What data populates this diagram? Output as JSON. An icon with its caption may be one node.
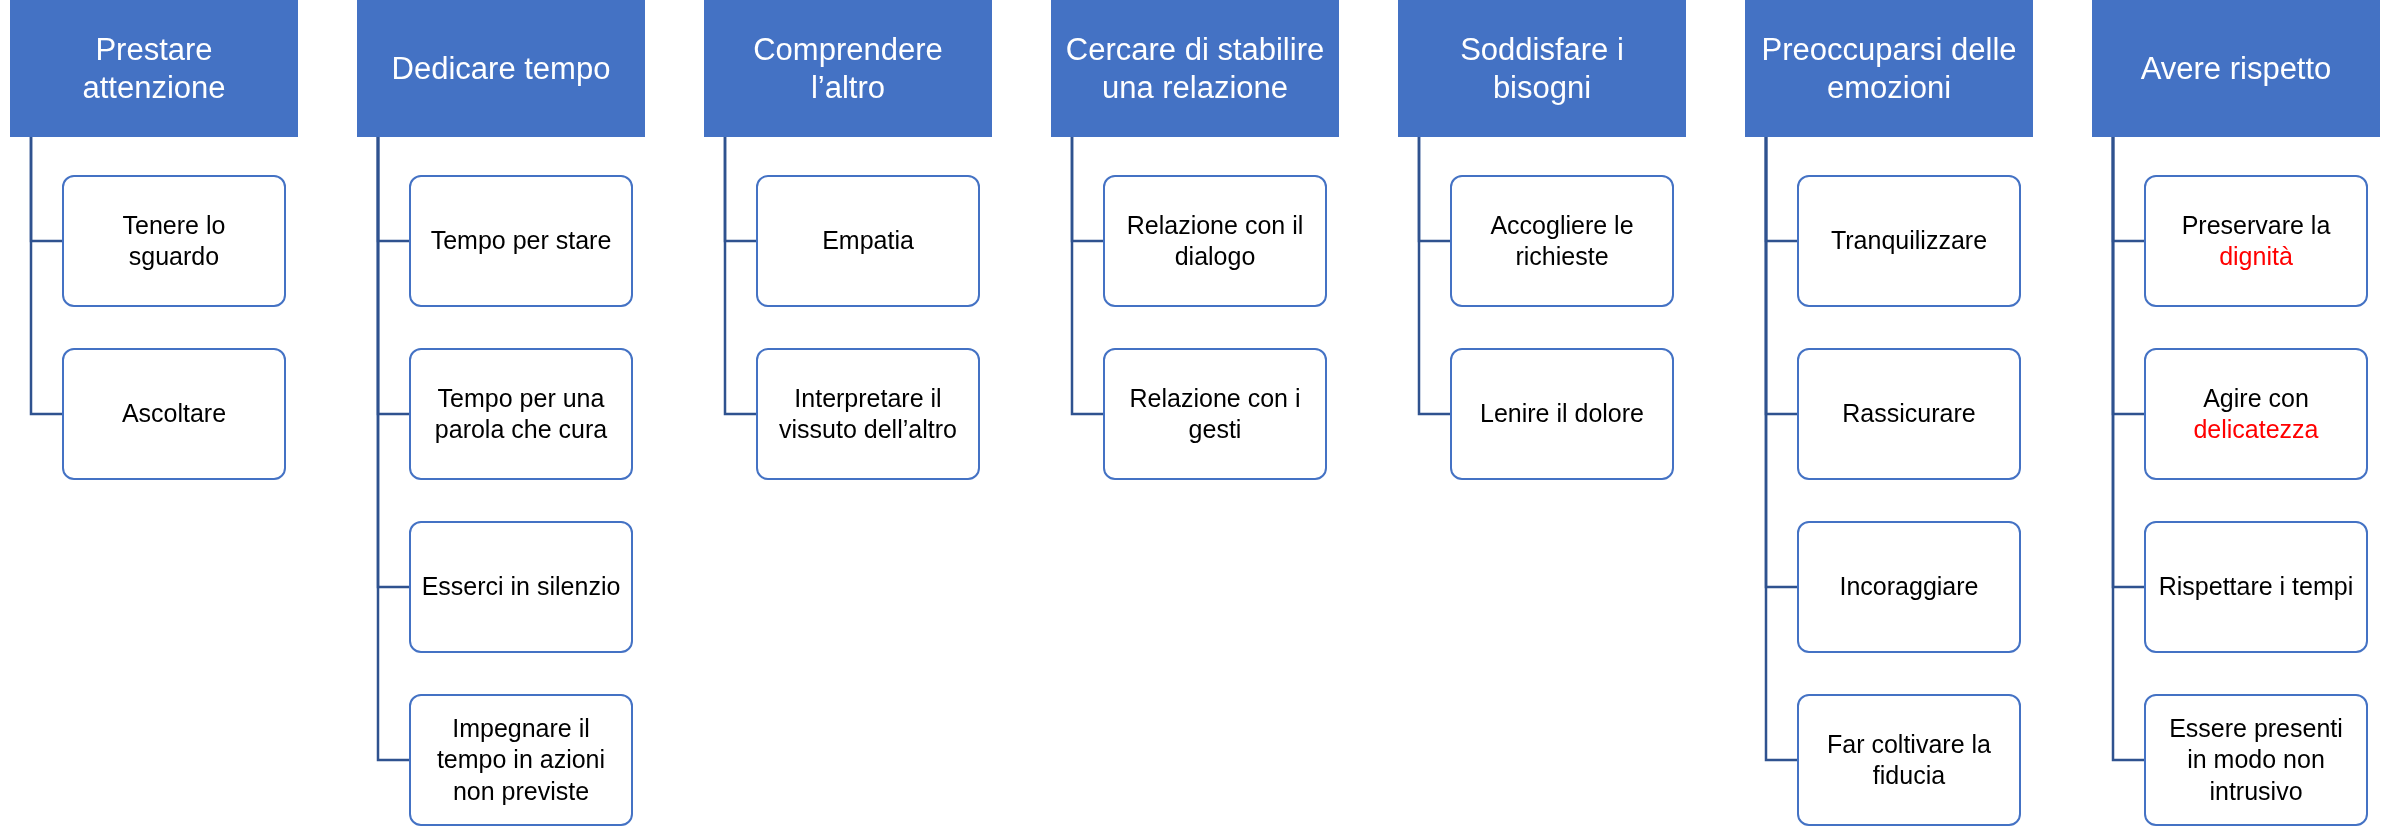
{
  "diagram": {
    "nodes": [
      {
        "text": [
          "Prestare attenzione"
        ]
      },
      {
        "text": [
          "Tenere lo sguardo"
        ]
      },
      {
        "text": [
          "Ascoltare"
        ]
      },
      {
        "text": [
          "Dedicare tempo"
        ]
      },
      {
        "text": [
          "Tempo per stare"
        ]
      },
      {
        "text": [
          "Tempo per una parola che cura"
        ]
      },
      {
        "text": [
          "Esserci in silenzio"
        ]
      },
      {
        "text": [
          "Impegnare il tempo in azioni non previste"
        ]
      },
      {
        "text": [
          "Comprendere l’altro"
        ]
      },
      {
        "text": [
          "Empatia"
        ]
      },
      {
        "text": [
          "Interpretare il vissuto dell’altro"
        ]
      },
      {
        "text": [
          "Cercare di stabilire una relazione"
        ]
      },
      {
        "text": [
          "Relazione con il dialogo"
        ]
      },
      {
        "text": [
          "Relazione con i gesti"
        ]
      },
      {
        "text": [
          "Soddisfare i bisogni"
        ]
      },
      {
        "text": [
          "Accogliere le richieste"
        ]
      },
      {
        "text": [
          "Lenire il dolore"
        ]
      },
      {
        "text": [
          "Preoccuparsi delle emozioni"
        ]
      },
      {
        "text": [
          "Tranquilizzare"
        ]
      },
      {
        "text": [
          "Rassicurare"
        ]
      },
      {
        "text": [
          "Incoraggiare"
        ]
      },
      {
        "text": [
          "Far coltivare la fiducia"
        ]
      },
      {
        "text": [
          "Avere rispetto"
        ]
      },
      {
        "text": [
          "Preservare la",
          "dignità"
        ]
      },
      {
        "text": [
          "Agire con",
          "delicatezza"
        ]
      },
      {
        "text": [
          "Rispettare i tempi"
        ]
      },
      {
        "text": [
          "Essere presenti in modo non intrusivo"
        ]
      }
    ],
    "edges": [
      {
        "from": 0,
        "to": 1,
        "arrow": "none"
      },
      {
        "from": 0,
        "to": 2,
        "arrow": "none"
      },
      {
        "from": 3,
        "to": 4,
        "arrow": "none"
      },
      {
        "from": 3,
        "to": 5,
        "arrow": "none"
      },
      {
        "from": 3,
        "to": 6,
        "arrow": "none"
      },
      {
        "from": 3,
        "to": 7,
        "arrow": "none"
      },
      {
        "from": 8,
        "to": 9,
        "arrow": "none"
      },
      {
        "from": 8,
        "to": 10,
        "arrow": "none"
      },
      {
        "from": 11,
        "to": 12,
        "arrow": "none"
      },
      {
        "from": 11,
        "to": 13,
        "arrow": "none"
      },
      {
        "from": 14,
        "to": 15,
        "arrow": "none"
      },
      {
        "from": 14,
        "to": 16,
        "arrow": "none"
      },
      {
        "from": 17,
        "to": 18,
        "arrow": "none"
      },
      {
        "from": 17,
        "to": 19,
        "arrow": "none"
      },
      {
        "from": 17,
        "to": 20,
        "arrow": "none"
      },
      {
        "from": 17,
        "to": 21,
        "arrow": "none"
      },
      {
        "from": 22,
        "to": 23,
        "arrow": "none"
      },
      {
        "from": 22,
        "to": 24,
        "arrow": "none"
      },
      {
        "from": 22,
        "to": 25,
        "arrow": "none"
      },
      {
        "from": 22,
        "to": 26,
        "arrow": "none"
      }
    ]
  }
}
